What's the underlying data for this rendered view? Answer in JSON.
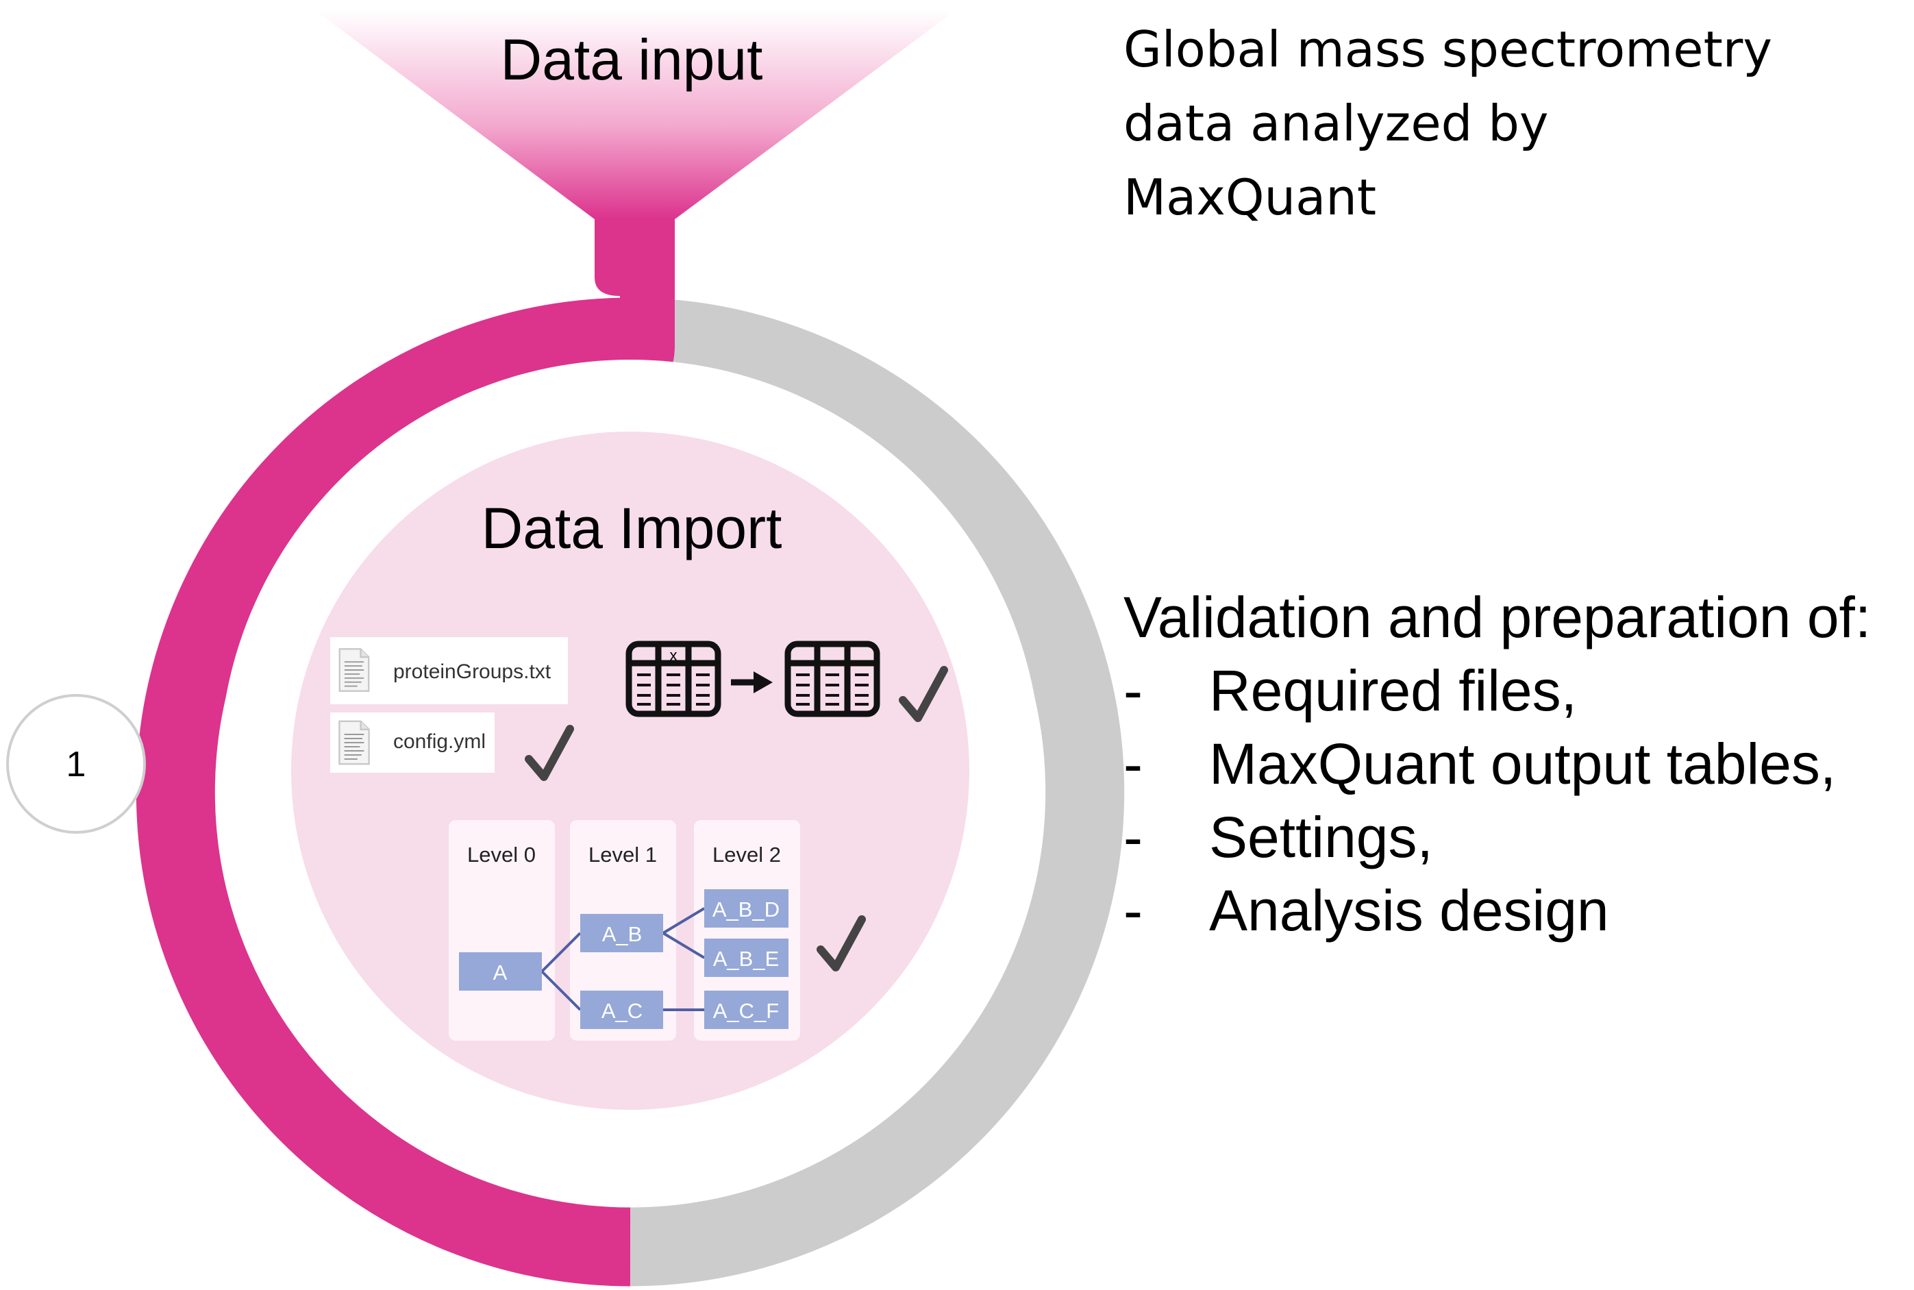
{
  "funnel": {
    "title": "Data input"
  },
  "module": {
    "title": "Data Import",
    "step_number": "1"
  },
  "files": [
    {
      "name": "proteinGroups.txt",
      "icon": "document-icon"
    },
    {
      "name": "config.yml",
      "icon": "document-icon"
    }
  ],
  "table_icons": {
    "from": "table-icon",
    "arrow": "arrow-right-icon",
    "to": "table-icon",
    "header_mark": "x"
  },
  "check_icon": "checkmark-icon",
  "levels": {
    "headers": [
      "Level 0",
      "Level 1",
      "Level 2"
    ],
    "level0": [
      "A"
    ],
    "level1": [
      "A_B",
      "A_C"
    ],
    "level2": [
      "A_B_D",
      "A_B_E",
      "A_C_F"
    ]
  },
  "description_top": {
    "lines": [
      "Global mass spectrometry",
      "data analyzed by",
      "MaxQuant"
    ]
  },
  "description_bottom": {
    "heading": "Validation and preparation of:",
    "bullet_marker": "-",
    "items": [
      "Required files,",
      "MaxQuant output tables,",
      "Settings,",
      "Analysis design"
    ]
  },
  "colors": {
    "magenta": "#DC338D",
    "grey_ring": "#CCCCCC",
    "inner_pink": "#F7DCEA",
    "node_blue": "#95A8D8",
    "edge_blue": "#4F5FA5",
    "check": "#444444"
  }
}
